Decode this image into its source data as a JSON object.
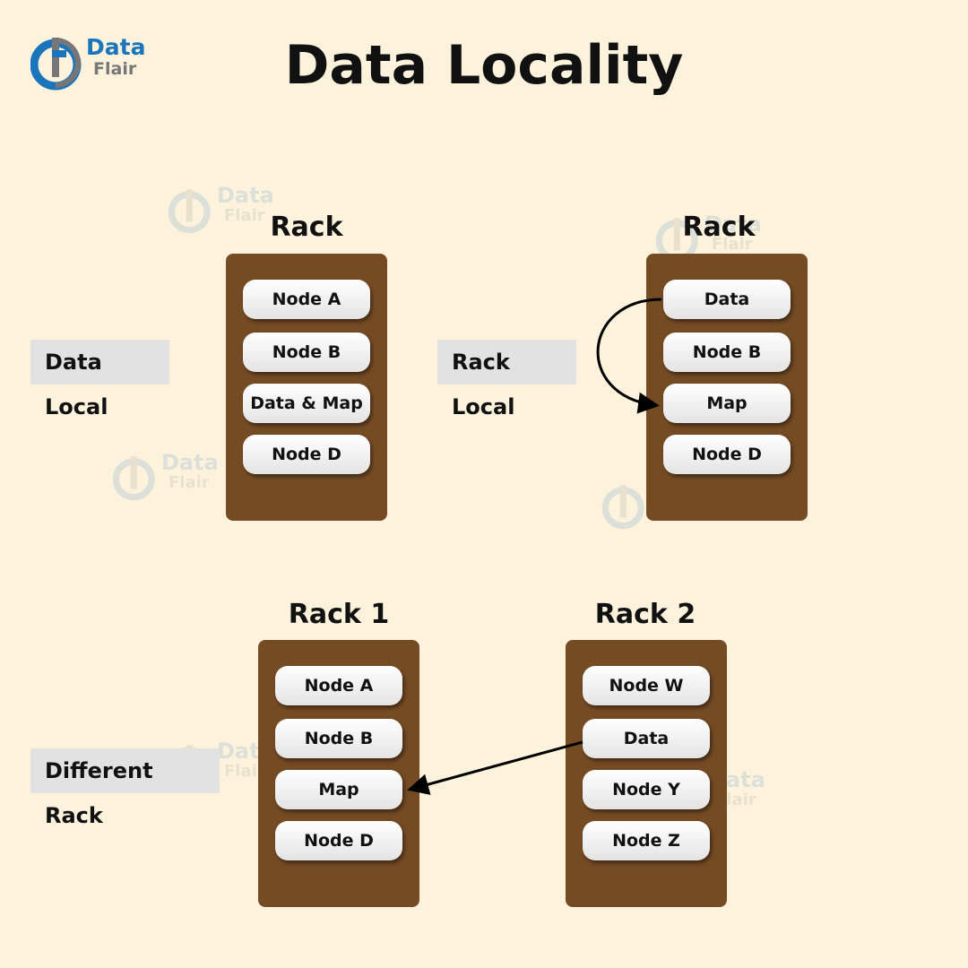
{
  "logo": {
    "line1": "Data",
    "line2": "Flair"
  },
  "title": "Data Locality",
  "labels": {
    "data_local": "Data Local",
    "rack_local": "Rack Local",
    "different_rack": "Different Rack"
  },
  "racks": {
    "data_local": {
      "title": "Rack",
      "nodes": [
        "Node A",
        "Node B",
        "Data & Map",
        "Node D"
      ]
    },
    "rack_local": {
      "title": "Rack",
      "nodes": [
        "Data",
        "Node B",
        "Map",
        "Node D"
      ]
    },
    "rack1": {
      "title": "Rack 1",
      "nodes": [
        "Node A",
        "Node B",
        "Map",
        "Node D"
      ]
    },
    "rack2": {
      "title": "Rack 2",
      "nodes": [
        "Node W",
        "Data",
        "Node Y",
        "Node Z"
      ]
    }
  },
  "colors": {
    "background": "#fdf3dd",
    "rack": "#754b24",
    "label_box": "#e2e2e2",
    "brand_blue": "#1b75bc",
    "brand_gray": "#777777"
  }
}
